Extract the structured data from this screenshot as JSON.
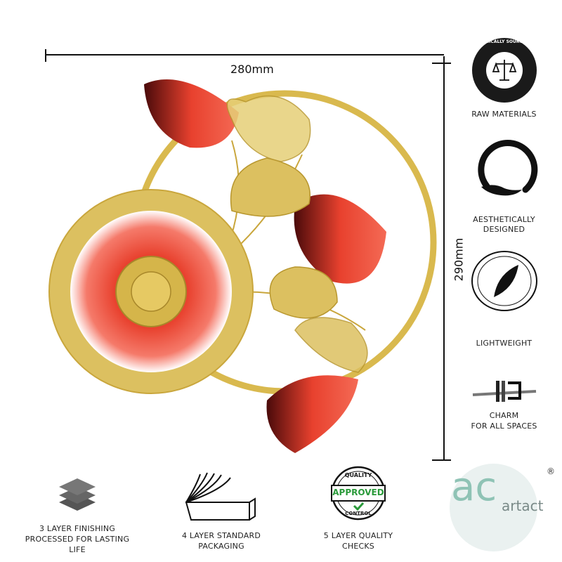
{
  "dimensions": {
    "width_label": "280mm",
    "height_label": "290mm"
  },
  "features_right": [
    {
      "icon": "ethically-sourced-badge-icon",
      "badge_text": "ETHICALLY SOURCED",
      "lines": [
        "RAW MATERIALS"
      ]
    },
    {
      "icon": "hand-circle-icon",
      "lines": [
        "AESTHETICALLY",
        "DESIGNED"
      ]
    },
    {
      "icon": "feather-icon",
      "lines": [
        "LIGHTWEIGHT"
      ]
    },
    {
      "icon": "room-icon",
      "lines": [
        "CHARM",
        "FOR ALL SPACES"
      ]
    }
  ],
  "features_bottom": [
    {
      "icon": "layers-icon",
      "lines": [
        "3 LAYER FINISHING",
        "PROCESSED FOR LASTING",
        "LIFE"
      ]
    },
    {
      "icon": "packaging-box-icon",
      "lines": [
        "4 LAYER STANDARD",
        "PACKAGING"
      ]
    },
    {
      "icon": "quality-approved-icon",
      "stamp": {
        "top": "QUALITY",
        "middle": "APPROVED",
        "bottom": "CONTROL"
      },
      "lines": [
        "5 LAYER QUALITY",
        "CHECKS"
      ]
    }
  ],
  "brand": {
    "name": "artact",
    "monogram": "ac",
    "registered": "®"
  },
  "colors": {
    "gold": "#d9b94e",
    "red": "#e8412e",
    "maroon": "#5a0f10",
    "brand_teal": "#8fc3b5"
  }
}
